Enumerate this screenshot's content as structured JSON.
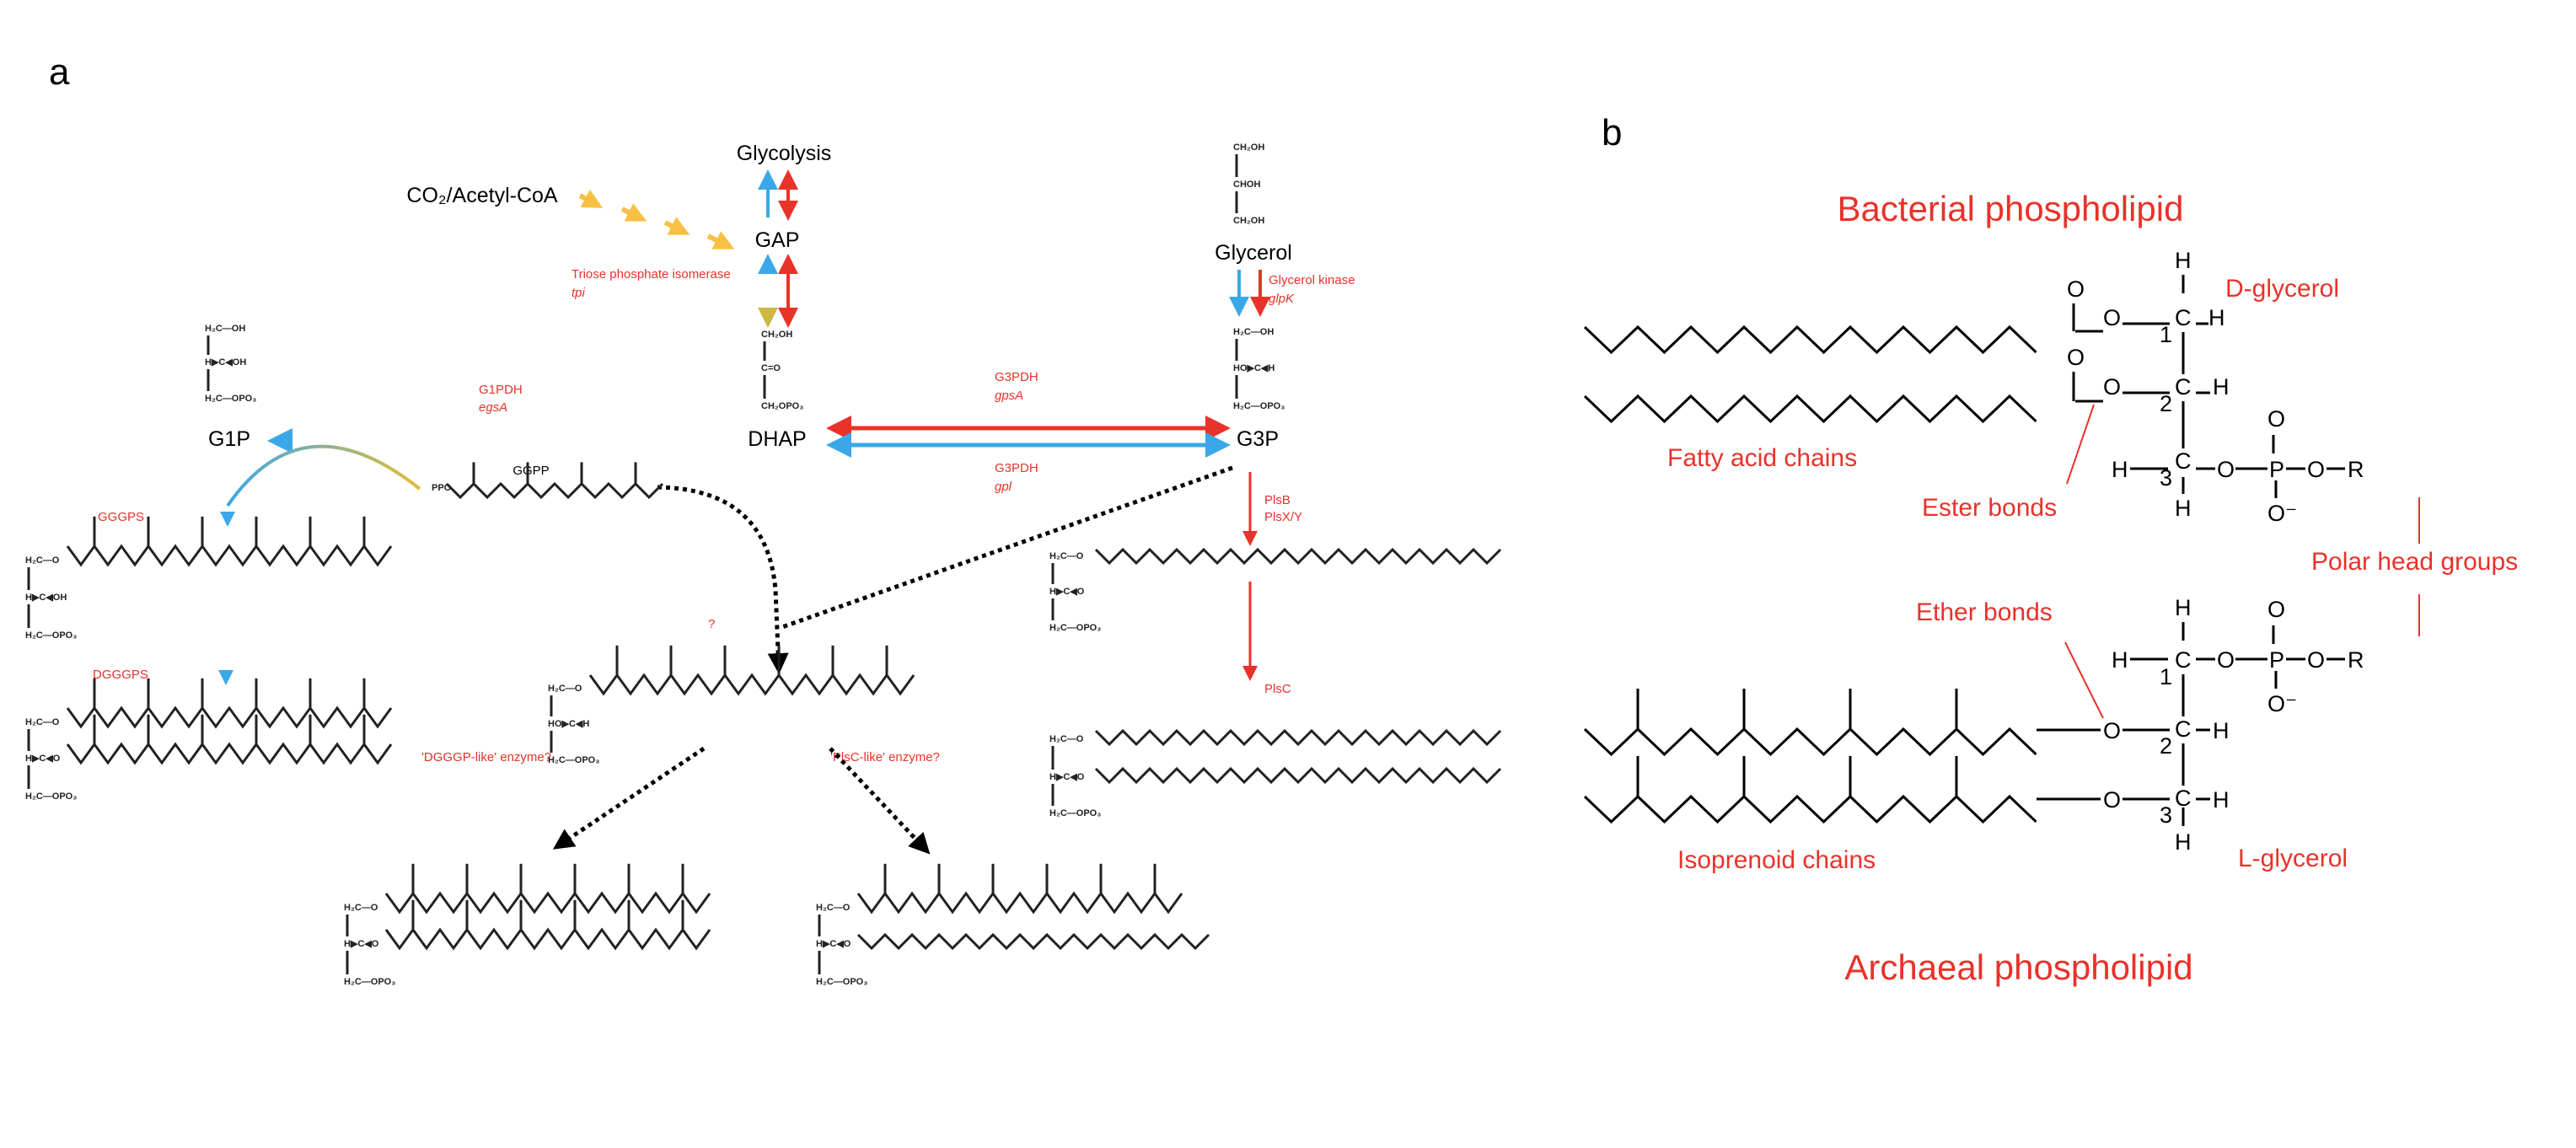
{
  "panel_a": {
    "panel_label": "a",
    "metabolites": {
      "glycolysis": "Glycolysis",
      "co2_acetyl_coa": "CO₂/Acetyl-CoA",
      "gap": "GAP",
      "glycerol": "Glycerol",
      "dhap": "DHAP",
      "g3p": "G3P",
      "g1p": "G1P",
      "ggpp": "GGPP"
    },
    "enzymes": {
      "tpi_name": "Triose phosphate isomerase",
      "tpi_gene": "tpi",
      "glpk_name": "Glycerol kinase",
      "glpk_gene": "glpK",
      "g3pdh_gpsa_name": "G3PDH",
      "g3pdh_gpsa_gene": "gpsA",
      "g3pdh_gpl_name": "G3PDH",
      "g3pdh_gpl_gene": "gpl",
      "g1pdh_name": "G1PDH",
      "g1pdh_gene": "egsA",
      "gggps": "GGGPS",
      "dgggps": "DGGGPS",
      "unknown": "?",
      "dgggp_like": "'DGGGP-like' enzyme?",
      "plsc_like": "'PlsC-like' enzyme?",
      "plsb": "PlsB",
      "plsxy": "PlsX/Y",
      "plsc": "PlsC"
    },
    "structure_text": {
      "ch2oh": "CH₂OH",
      "choh": "CHOH",
      "c_o": "C=O",
      "ch2opo3": "CH₂OPO₃",
      "h2c_oh": "H₂C—OH",
      "h2c_o": "H₂C—O",
      "h2c_opo3": "H₂C—OPO₃",
      "ho_c_h": "HO▶C◀H",
      "h_c_oh": "H▶C◀OH",
      "h_c_o": "H▶C◀O",
      "ppo": "PPO"
    },
    "colors": {
      "archaeal_path": "#3aa8e8",
      "bacterial_path": "#e8322a",
      "autotrophic_path": "#f6c143",
      "enzyme_label": "#e8322a"
    }
  },
  "panel_b": {
    "panel_label": "b",
    "bacterial_title": "Bacterial phospholipid",
    "archaeal_title": "Archaeal phospholipid",
    "d_glycerol": "D-glycerol",
    "l_glycerol": "L-glycerol",
    "fatty_acid_chains": "Fatty acid chains",
    "ester_bonds": "Ester bonds",
    "ether_bonds": "Ether bonds",
    "isoprenoid_chains": "Isoprenoid chains",
    "polar_head_groups": "Polar head groups",
    "atoms": {
      "H": "H",
      "C": "C",
      "O": "O",
      "P": "P",
      "R": "R",
      "O_minus": "O⁻",
      "n1": "1",
      "n2": "2",
      "n3": "3"
    },
    "colors": {
      "annotation": "#e8322a"
    }
  }
}
